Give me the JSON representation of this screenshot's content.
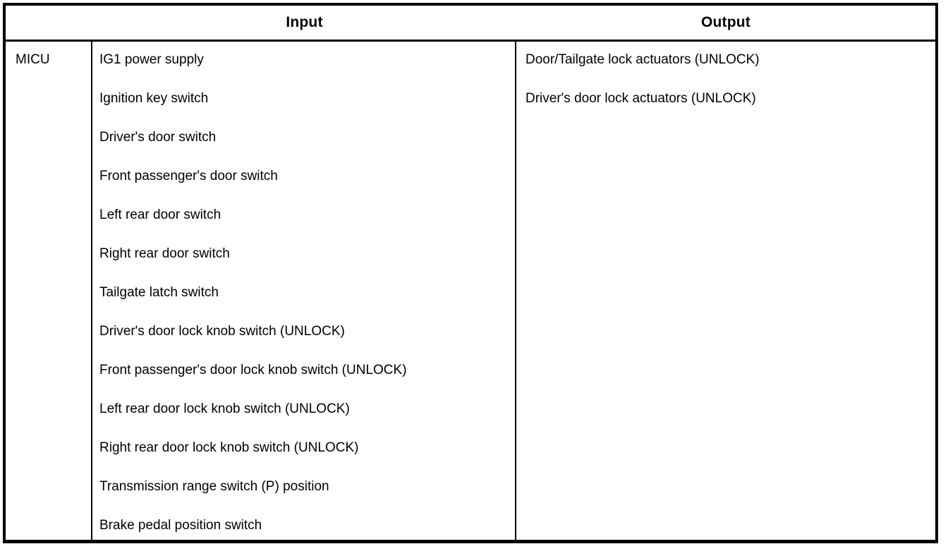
{
  "table": {
    "headers": {
      "corner": "",
      "input": "Input",
      "output": "Output"
    },
    "row": {
      "unit": "MICU",
      "inputs": [
        "IG1 power supply",
        "Ignition key switch",
        "Driver's door switch",
        "Front passenger's door switch",
        "Left rear door switch",
        "Right rear door switch",
        "Tailgate latch switch",
        "Driver's door lock knob switch (UNLOCK)",
        "Front passenger's door lock knob switch (UNLOCK)",
        "Left rear door lock knob switch (UNLOCK)",
        "Right rear door lock knob switch (UNLOCK)",
        "Transmission range switch (P) position",
        "Brake pedal position switch"
      ],
      "outputs": [
        "Door/Tailgate lock actuators (UNLOCK)",
        "Driver's door lock actuators (UNLOCK)"
      ]
    }
  },
  "colors": {
    "border": "#000000",
    "text": "#000000",
    "background": "#ffffff"
  }
}
